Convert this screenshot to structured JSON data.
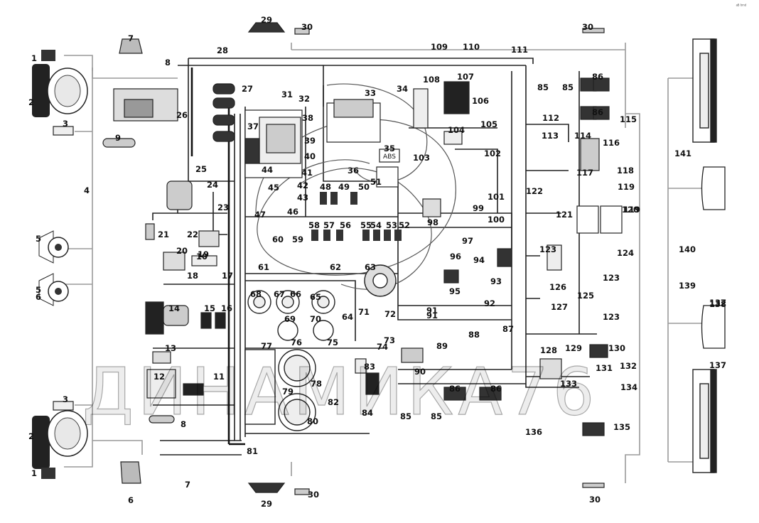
{
  "corner_mark": "ᵃᴮ ᵇᵐᵈ",
  "watermark": "ДИНАМИКА76",
  "abs_text": "ABS",
  "labels": [
    "1",
    "2",
    "3",
    "4",
    "5",
    "6",
    "7",
    "8",
    "9",
    "10",
    "11",
    "12",
    "13",
    "14",
    "15",
    "16",
    "17",
    "18",
    "19",
    "20",
    "21",
    "22",
    "23",
    "24",
    "25",
    "26",
    "27",
    "28",
    "29",
    "30",
    "31",
    "32",
    "33",
    "34",
    "35",
    "36",
    "37",
    "38",
    "39",
    "40",
    "41",
    "42",
    "43",
    "44",
    "45",
    "46",
    "47",
    "48",
    "49",
    "50",
    "51",
    "52",
    "53",
    "54",
    "55",
    "56",
    "57",
    "58",
    "59",
    "60",
    "61",
    "62",
    "63",
    "64",
    "65",
    "66",
    "67",
    "68",
    "69",
    "70",
    "71",
    "72",
    "73",
    "74",
    "75",
    "76",
    "77",
    "78",
    "79",
    "80",
    "81",
    "82",
    "83",
    "84",
    "85",
    "86",
    "87",
    "88",
    "89",
    "90",
    "91",
    "92",
    "93",
    "94",
    "95",
    "96",
    "97",
    "98",
    "99",
    "100",
    "101",
    "102",
    "103",
    "104",
    "105",
    "106",
    "107",
    "108",
    "109",
    "110",
    "111",
    "112",
    "113",
    "114",
    "115",
    "116",
    "117",
    "118",
    "119",
    "120",
    "121",
    "122",
    "123",
    "124",
    "125",
    "126",
    "127",
    "128",
    "129",
    "130",
    "131",
    "132",
    "133",
    "134",
    "135",
    "136",
    "137",
    "138",
    "139",
    "140",
    "141"
  ],
  "colors": {
    "wire": "#555555",
    "heavy_wire": "#111111",
    "light_wire": "#9a9a9a",
    "label": "#111111",
    "watermark_stroke": "#7a7a7a"
  }
}
